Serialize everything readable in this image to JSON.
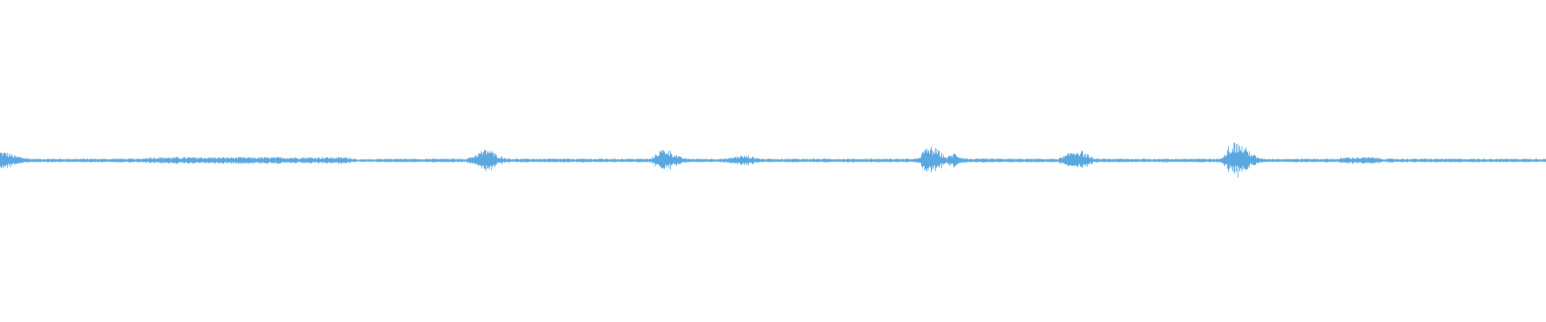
{
  "waveform": {
    "color": "#5aa8e0",
    "background": "#ffffff",
    "baseline_amplitude": 0.006,
    "samples": [
      0.06,
      0.05,
      0.03,
      0.02,
      0.01,
      0.01,
      0.01,
      0.01,
      0.01,
      0.01,
      0.01,
      0.01,
      0.01,
      0.01,
      0.01,
      0.01,
      0.012,
      0.01,
      0.01,
      0.01,
      0.02,
      0.02,
      0.02,
      0.02,
      0.02,
      0.02,
      0.02,
      0.02,
      0.02,
      0.02,
      0.02,
      0.02,
      0.02,
      0.02,
      0.02,
      0.02,
      0.02,
      0.02,
      0.02,
      0.02,
      0.02,
      0.02,
      0.02,
      0.02,
      0.02,
      0.02,
      0.02,
      0.02,
      0.01,
      0.0,
      0.0,
      0.01,
      0.01,
      0.01,
      0.01,
      0.01,
      0.01,
      0.01,
      0.01,
      0.01,
      0.01,
      0.01,
      0.01,
      0.01,
      0.03,
      0.06,
      0.08,
      0.04,
      0.02,
      0.01,
      0.01,
      0.01,
      0.01,
      0.01,
      0.01,
      0.01,
      0.01,
      0.01,
      0.01,
      0.01,
      0.01,
      0.01,
      0.01,
      0.01,
      0.01,
      0.01,
      0.01,
      0.01,
      0.01,
      0.06,
      0.08,
      0.05,
      0.02,
      0.01,
      0.01,
      0.01,
      0.01,
      0.01,
      0.01,
      0.02,
      0.03,
      0.03,
      0.02,
      0.01,
      0.01,
      0.01,
      0.01,
      0.01,
      0.01,
      0.01,
      0.01,
      0.01,
      0.01,
      0.01,
      0.01,
      0.01,
      0.01,
      0.01,
      0.01,
      0.01,
      0.01,
      0.01,
      0.01,
      0.01,
      0.01,
      0.07,
      0.09,
      0.06,
      0.02,
      0.05,
      0.02,
      0.01,
      0.01,
      0.01,
      0.01,
      0.01,
      0.01,
      0.01,
      0.01,
      0.01,
      0.01,
      0.01,
      0.01,
      0.01,
      0.03,
      0.06,
      0.07,
      0.04,
      0.01,
      0.01,
      0.01,
      0.01,
      0.01,
      0.01,
      0.01,
      0.01,
      0.01,
      0.01,
      0.01,
      0.01,
      0.01,
      0.01,
      0.01,
      0.01,
      0.01,
      0.01,
      0.09,
      0.12,
      0.1,
      0.06,
      0.02,
      0.01,
      0.01,
      0.01,
      0.01,
      0.01,
      0.01,
      0.01,
      0.01,
      0.01,
      0.01,
      0.01,
      0.02,
      0.02,
      0.02,
      0.02,
      0.02,
      0.01,
      0.01,
      0.01,
      0.01,
      0.01,
      0.01,
      0.01,
      0.01,
      0.01,
      0.01,
      0.01,
      0.01,
      0.01,
      0.01,
      0.01,
      0.01,
      0.01,
      0.01,
      0.01,
      0.01,
      0.01,
      0.01,
      0.01
    ]
  }
}
